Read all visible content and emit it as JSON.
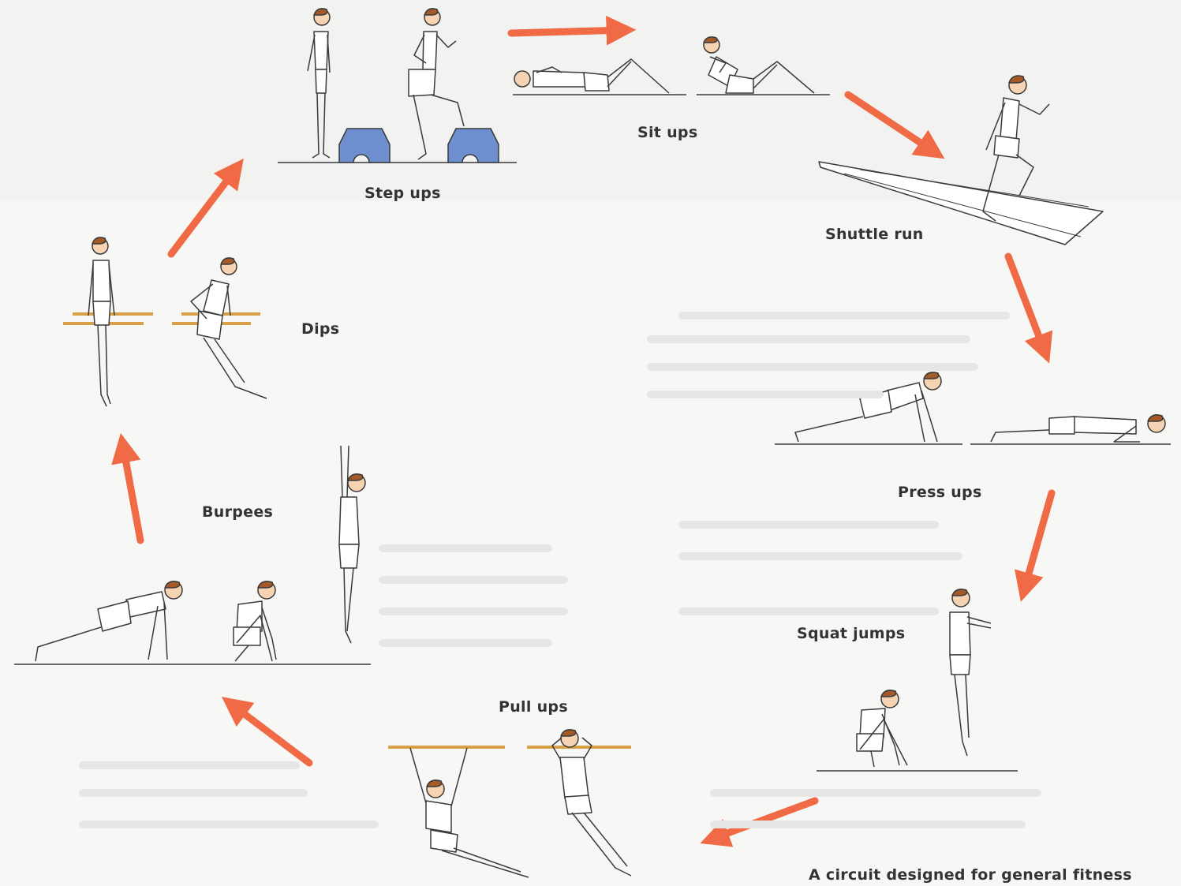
{
  "labels": {
    "step_ups": "Step ups",
    "sit_ups": "Sit ups",
    "shuttle_run": "Shuttle run",
    "dips": "Dips",
    "press_ups": "Press ups",
    "burpees": "Burpees",
    "squat_jumps": "Squat jumps",
    "pull_ups": "Pull ups"
  },
  "caption": "A circuit designed for general fitness",
  "colors": {
    "arrow": "#ef6a45",
    "skin": "#f6d3b3",
    "hair": "#a45a28",
    "outline": "#3a3a3a",
    "step_block": "#6d8fcf",
    "bar": "#d9a04a"
  }
}
